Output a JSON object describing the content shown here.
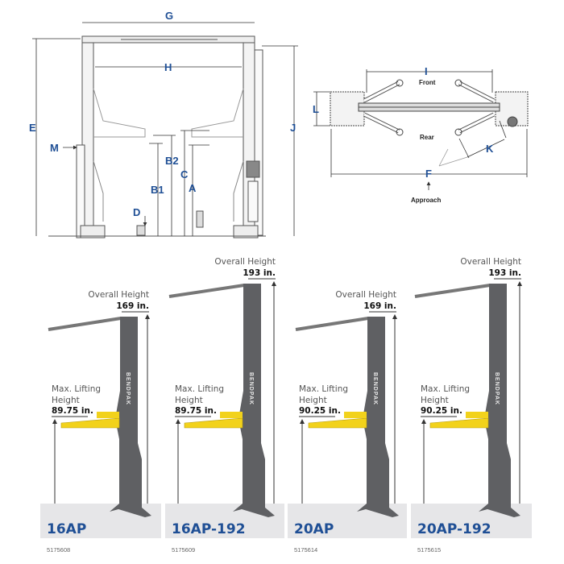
{
  "front_view": {
    "dimension_labels": {
      "G": "G",
      "H": "H",
      "E": "E",
      "J": "J",
      "M": "M",
      "B2": "B2",
      "B1": "B1",
      "C": "C",
      "A": "A",
      "D": "D"
    }
  },
  "top_view": {
    "dimension_labels": {
      "I": "I",
      "L": "L",
      "K": "K",
      "F": "F"
    },
    "front_label": "Front",
    "rear_label": "Rear",
    "approach_label": "Approach"
  },
  "models": [
    {
      "name": "16AP",
      "part_number": "5175608",
      "overall_height_label": "Overall Height",
      "overall_height": "169 in.",
      "max_lift_label_1": "Max. Lifting",
      "max_lift_label_2": "Height",
      "max_lift": "89.75 in.",
      "brand": "BENDPAK",
      "tall": false
    },
    {
      "name": "16AP-192",
      "part_number": "5175609",
      "overall_height_label": "Overall Height",
      "overall_height": "193 in.",
      "max_lift_label_1": "Max. Lifting",
      "max_lift_label_2": "Height",
      "max_lift": "89.75 in.",
      "brand": "BENDPAK",
      "tall": true
    },
    {
      "name": "20AP",
      "part_number": "5175614",
      "overall_height_label": "Overall Height",
      "overall_height": "169 in.",
      "max_lift_label_1": "Max. Lifting",
      "max_lift_label_2": "Height",
      "max_lift": "90.25 in.",
      "brand": "BENDPAK",
      "tall": false
    },
    {
      "name": "20AP-192",
      "part_number": "5175615",
      "overall_height_label": "Overall Height",
      "overall_height": "193 in.",
      "max_lift_label_1": "Max. Lifting",
      "max_lift_label_2": "Height",
      "max_lift": "90.25 in.",
      "brand": "BENDPAK",
      "tall": true
    }
  ],
  "colors": {
    "accent": "#1f4f95",
    "post": "#5f6063",
    "arm": "#f2d21b",
    "band": "#e6e6e8"
  }
}
